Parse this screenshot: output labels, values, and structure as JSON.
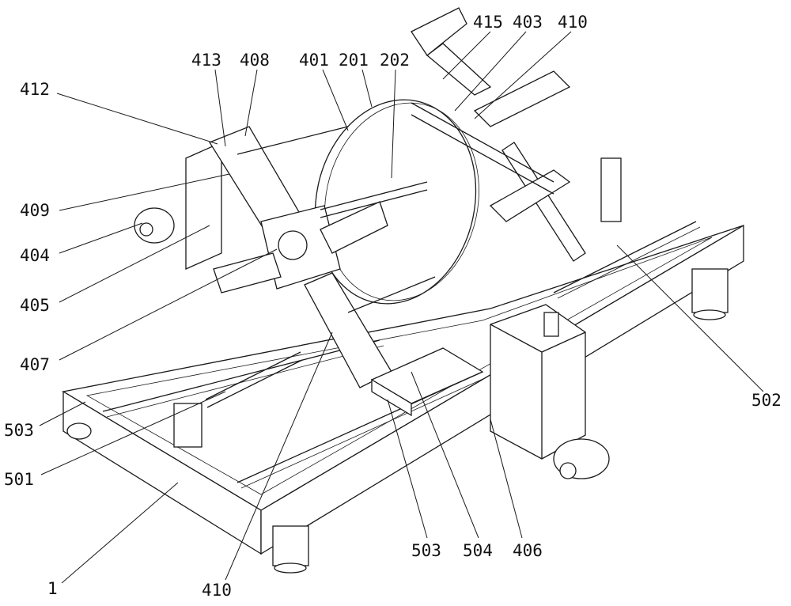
{
  "figure": {
    "labels": {
      "l412": "412",
      "l413": "413",
      "l408": "408",
      "l401": "401",
      "l201": "201",
      "l202": "202",
      "l415": "415",
      "l403": "403",
      "l410a": "410",
      "l409": "409",
      "l404": "404",
      "l405": "405",
      "l407": "407",
      "l503a": "503",
      "l501": "501",
      "l1": "1",
      "l410b": "410",
      "l503b": "503",
      "l504": "504",
      "l406": "406",
      "l502": "502"
    }
  }
}
